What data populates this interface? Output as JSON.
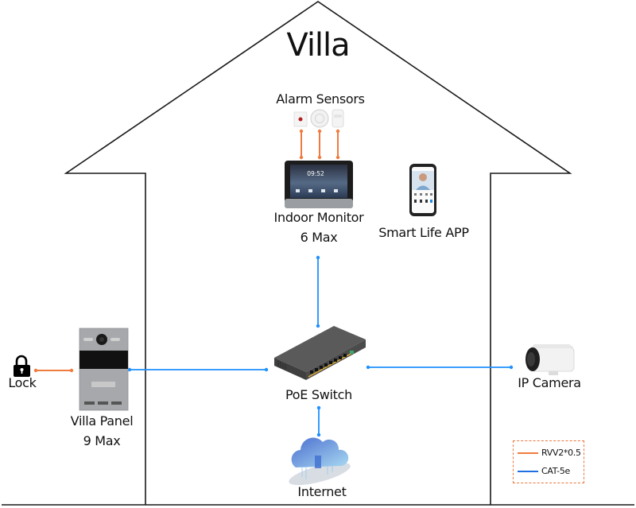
{
  "title": "Villa",
  "colors": {
    "outline": "#1a1a1a",
    "rvv_wire": "#f07b3f",
    "cat5e_wire": "#1e90ff",
    "legend_border": "#e8783c"
  },
  "devices": {
    "alarm_sensors": {
      "label": "Alarm Sensors",
      "icons": [
        "emergency-button-icon",
        "smoke-detector-icon",
        "pir-motion-sensor-icon"
      ]
    },
    "indoor_monitor": {
      "label_line1": "Indoor Monitor",
      "label_line2": "6 Max",
      "screen_time": "09:52"
    },
    "smart_life_app": {
      "label": "Smart Life APP"
    },
    "poe_switch": {
      "label": "PoE Switch"
    },
    "villa_panel": {
      "label_line1": "Villa Panel",
      "label_line2": "9 Max"
    },
    "lock": {
      "label": "Lock"
    },
    "ip_camera": {
      "label": "IP Camera"
    },
    "internet": {
      "label": "Internet"
    }
  },
  "connections": [
    {
      "from": "Alarm Sensors",
      "to": "Indoor Monitor",
      "type": "RVV2*0.5",
      "count": 3
    },
    {
      "from": "Indoor Monitor",
      "to": "PoE Switch",
      "type": "CAT-5e"
    },
    {
      "from": "Villa Panel",
      "to": "PoE Switch",
      "type": "CAT-5e"
    },
    {
      "from": "PoE Switch",
      "to": "IP Camera",
      "type": "CAT-5e"
    },
    {
      "from": "PoE Switch",
      "to": "Internet",
      "type": "CAT-5e"
    },
    {
      "from": "Lock",
      "to": "Villa Panel",
      "type": "RVV2*0.5"
    }
  ],
  "legend": {
    "items": [
      {
        "label": "RVV2*0.5",
        "color": "#f07b3f"
      },
      {
        "label": "CAT-5e",
        "color": "#1e90ff"
      }
    ]
  }
}
